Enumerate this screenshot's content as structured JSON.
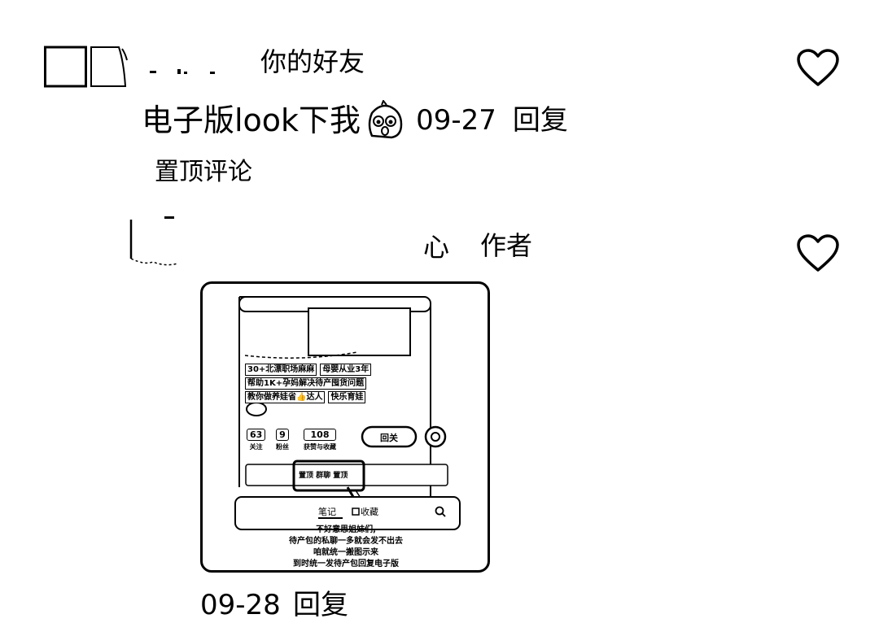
{
  "comment1": {
    "friend_tag": "你的好友",
    "text": "电子版look下我",
    "emoji_icon": "doll-face-emoji-icon",
    "date": "09-27",
    "reply_label": "回复",
    "pinned_label": "置顶评论"
  },
  "comment2": {
    "author_name_tail": "心",
    "author_tag": "作者",
    "date": "09-28",
    "reply_label": "回复",
    "image": {
      "tags": [
        "30+北漂职场麻麻",
        "母婴从业3年",
        "帮助1K+孕妈解决待产囤货问题",
        "教你做养娃省👍达人",
        "快乐育娃"
      ],
      "stats": [
        {
          "value": "63",
          "label": "关注"
        },
        {
          "value": "9",
          "label": "粉丝"
        },
        {
          "value": "108",
          "label": "获赞与收藏"
        }
      ],
      "follow_label": "回关",
      "pinned_box_label": "置顶 群聊 置顶",
      "tabs": [
        "笔记",
        "收藏"
      ],
      "captions": [
        "不好意思姐妹们,",
        "待产包的私聊一多就会发不出去",
        "咱就统一搬图示来",
        "到时统一发待产包回复电子版"
      ]
    }
  },
  "icons": {
    "like": "heart-outline-icon",
    "search": "search-icon"
  }
}
